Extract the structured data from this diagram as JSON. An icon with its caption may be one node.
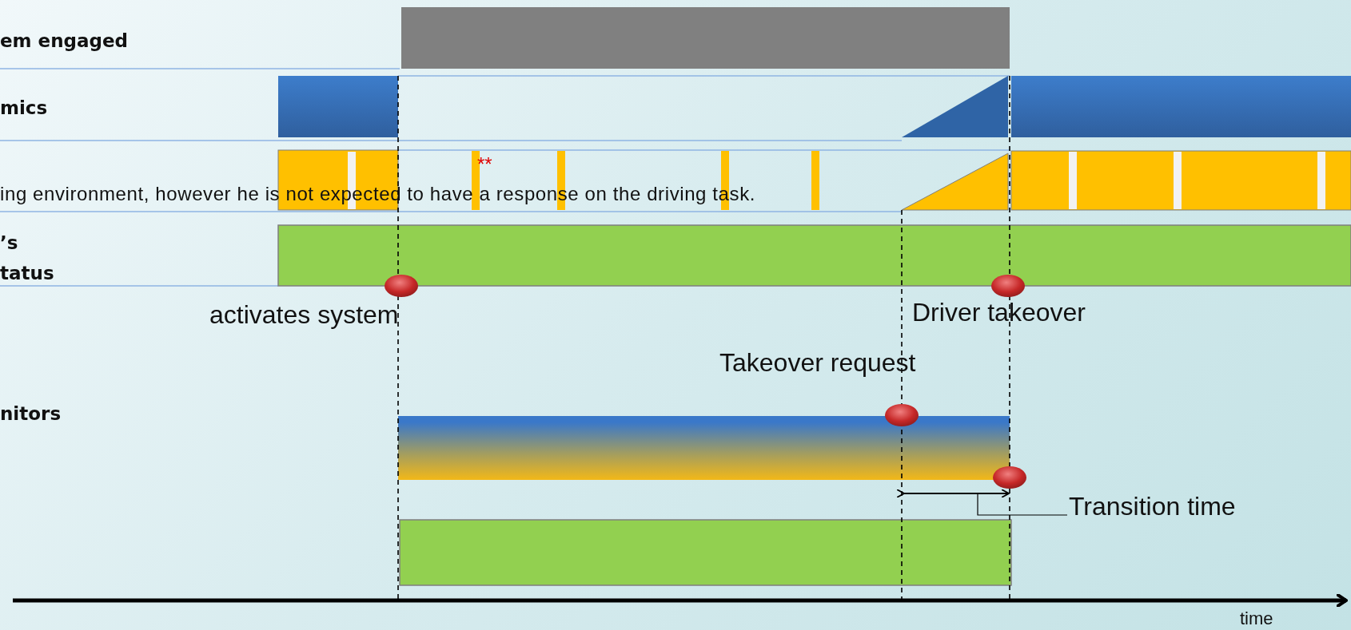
{
  "diagram": {
    "nodes": [
      {
        "text": [
          "Transition time"
        ]
      },
      {
        "text": [],
        "shape": "line"
      }
    ],
    "edges": [
      {
        "from": 0,
        "to": 1,
        "arrow": "none"
      }
    ],
    "labels": [
      "em engaged",
      "mics",
      "**",
      "ing environment, however he is not expected to have a response on the driving task.",
      "’s tatus",
      "activates system",
      "Driver takeover",
      "Takeover request",
      "nitors",
      "time"
    ]
  }
}
